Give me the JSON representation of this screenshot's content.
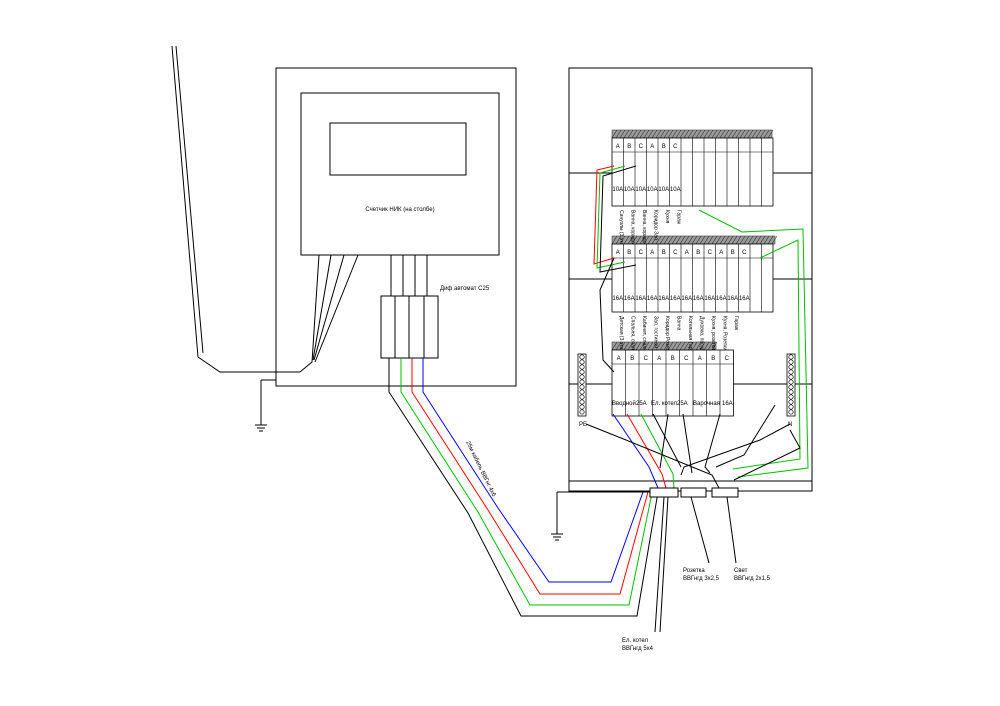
{
  "meter": {
    "label": "Счетчик НИК (на столбе)",
    "breaker_label": "Диф автомат С25"
  },
  "feed_cable_label": "25м кабель ВВГнг 4х6",
  "rows": {
    "top": {
      "phases": [
        "A",
        "B",
        "C",
        "A",
        "B",
        "C"
      ],
      "ratings": [
        "10A",
        "10A",
        "10A",
        "10A",
        "10A",
        "10A"
      ],
      "circuits": [
        "Санузлы (3 этаж)",
        "Ванна, коридор (3 этаж)",
        "Ванна, коридор",
        "Коридор Зал",
        "Кухня",
        "Гараж"
      ]
    },
    "middle": {
      "phases": [
        "A",
        "B",
        "C",
        "A",
        "B",
        "C",
        "A",
        "B",
        "C",
        "A",
        "B",
        "C"
      ],
      "ratings": [
        "16A",
        "16A",
        "16A",
        "16A",
        "16A",
        "16A",
        "16A",
        "16A",
        "16A",
        "16A",
        "16A",
        "16A"
      ],
      "circuits": [
        "Детская (3 этаж)",
        "Спальня, спальня (3 этаж)",
        "Кабинет, спальня",
        "Зал, гостиная",
        "Коридор Розетки",
        "Ванна",
        "Котельная Гар.",
        "Духовка, посудомойка",
        "Кухня, розетки",
        "Кухня, Розетки, холодильник",
        "Гараж",
        ""
      ]
    },
    "bottom": {
      "phases": [
        "A",
        "B",
        "C",
        "A",
        "B",
        "C",
        "A",
        "B",
        "C"
      ],
      "groups": [
        {
          "name": "Вводной",
          "rating": "25A"
        },
        {
          "name": "Ел. котел",
          "rating": "25A"
        },
        {
          "name": "Варочная",
          "rating": "16A"
        }
      ]
    }
  },
  "pe_label": "PE",
  "n_label": "N",
  "outputs": [
    {
      "line1": "Ел. котел",
      "line2": "ВВГнгд 5х4"
    },
    {
      "line1": "Розетка",
      "line2": "ВВГнгд 3х2,5"
    },
    {
      "line1": "Свет",
      "line2": "ВВГнгд 2х1,5"
    }
  ],
  "colors": {
    "line": "#000000",
    "phase_red": "#ff0000",
    "phase_blue": "#0000ff",
    "phase_green": "#00c000",
    "rail": "#777777"
  }
}
